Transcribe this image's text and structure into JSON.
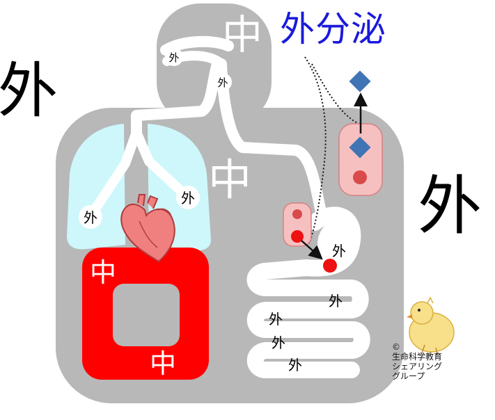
{
  "title": "外分泌",
  "labels": {
    "outside_left": "外",
    "outside_right": "外",
    "inner_head": "中",
    "inner_chest": "中",
    "inner_heart_top": "中",
    "inner_heart_bottom": "中",
    "nose": "外",
    "throat": "外",
    "lung_left": "外",
    "lung_right": "外",
    "stomach": "外",
    "intestine_1": "外",
    "intestine_2": "外",
    "intestine_3": "外",
    "intestine_4": "外"
  },
  "credit": {
    "copyright": "©",
    "line1": "生命科学教育",
    "line2": "シェアリング",
    "line3": "グループ"
  },
  "colors": {
    "body": "#b8b8b8",
    "cavity": "#ffffff",
    "lung": "#cdf7fb",
    "heart_circulation": "#ff0000",
    "heart": "#f08080",
    "cell": "#f6c0c0",
    "nucleus": "#d94a4a",
    "secretion_dot": "#ee1111",
    "diamond": "#3f74b5",
    "title": "#1a1adc"
  }
}
